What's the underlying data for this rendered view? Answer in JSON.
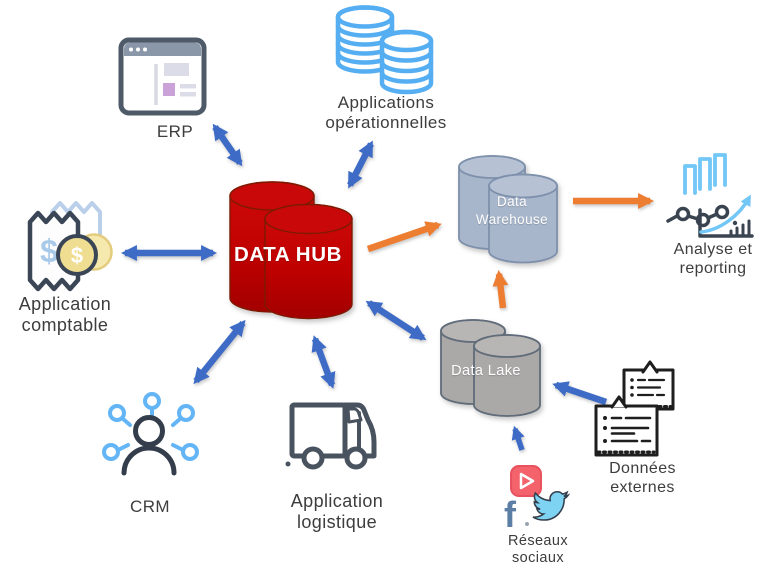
{
  "diagram": {
    "nodes": {
      "erp": {
        "label": "ERP"
      },
      "applications_operationnelles": {
        "label": "Applications\nopérationnelles"
      },
      "data_hub": {
        "label": "DATA HUB"
      },
      "application_comptable": {
        "label": "Application\ncomptable"
      },
      "crm": {
        "label": "CRM"
      },
      "application_logistique": {
        "label": "Application\nlogistique"
      },
      "data_warehouse": {
        "label": "Data\nWarehouse"
      },
      "data_lake": {
        "label": "Data Lake"
      },
      "analyse_reporting": {
        "label": "Analyse et\nreporting"
      },
      "donnees_externes": {
        "label": "Données\nexternes"
      },
      "reseaux_sociaux": {
        "label": "Réseaux\nsociaux"
      }
    },
    "edges": [
      {
        "from": "ERP",
        "to": "DATA HUB",
        "type": "bidirectional",
        "color": "blue"
      },
      {
        "from": "Applications opérationnelles",
        "to": "DATA HUB",
        "type": "bidirectional",
        "color": "blue"
      },
      {
        "from": "Application comptable",
        "to": "DATA HUB",
        "type": "bidirectional",
        "color": "blue"
      },
      {
        "from": "CRM",
        "to": "DATA HUB",
        "type": "bidirectional",
        "color": "blue"
      },
      {
        "from": "Application logistique",
        "to": "DATA HUB",
        "type": "bidirectional",
        "color": "blue"
      },
      {
        "from": "Data Lake",
        "to": "DATA HUB",
        "type": "bidirectional",
        "color": "blue"
      },
      {
        "from": "DATA HUB",
        "to": "Data Warehouse",
        "type": "directed",
        "color": "orange"
      },
      {
        "from": "Data Warehouse",
        "to": "Analyse et reporting",
        "type": "directed",
        "color": "orange"
      },
      {
        "from": "Data Lake",
        "to": "Data Warehouse",
        "type": "directed",
        "color": "orange"
      },
      {
        "from": "Données externes",
        "to": "Data Lake",
        "type": "directed",
        "color": "blue"
      },
      {
        "from": "Réseaux sociaux",
        "to": "Data Lake",
        "type": "directed",
        "color": "blue"
      }
    ],
    "colors": {
      "arrow_blue": "#3D6BC6",
      "arrow_orange": "#ED7D31",
      "hub_red": "#C00000",
      "warehouse_blue": "#A8B6CB",
      "lake_gray": "#ABA8A8",
      "icon_blue": "#55AEF2",
      "label_gray": "#3D3D3D"
    },
    "glyphs": {
      "dollar": "$",
      "facebook_f": "f"
    }
  }
}
